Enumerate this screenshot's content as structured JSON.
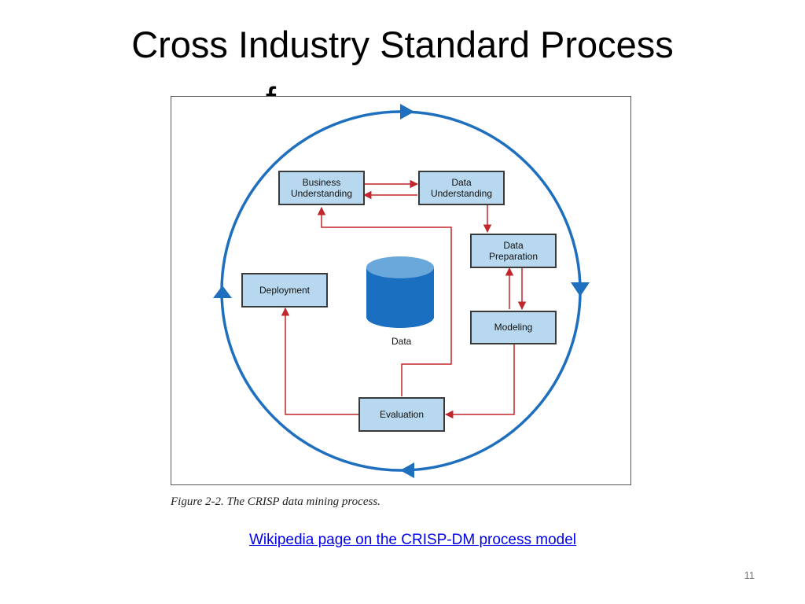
{
  "slide": {
    "title": "Cross Industry Standard Process",
    "title_overflow": "f",
    "page_number": "11"
  },
  "figure": {
    "caption": "Figure 2-2. The CRISP data mining process.",
    "cylinder_label": "Data",
    "steps": {
      "business": "Business\nUnderstanding",
      "data_understanding": "Data\nUnderstanding",
      "preparation": "Data\nPreparation",
      "modeling": "Modeling",
      "evaluation": "Evaluation",
      "deployment": "Deployment"
    },
    "colors": {
      "cycle": "#1f6fbf",
      "arrows": "#c0262c",
      "box_fill": "#b7d8ee",
      "cylinder": "#1a6fc0"
    }
  },
  "link": {
    "text": "Wikipedia page on the CRISP-DM process model"
  }
}
